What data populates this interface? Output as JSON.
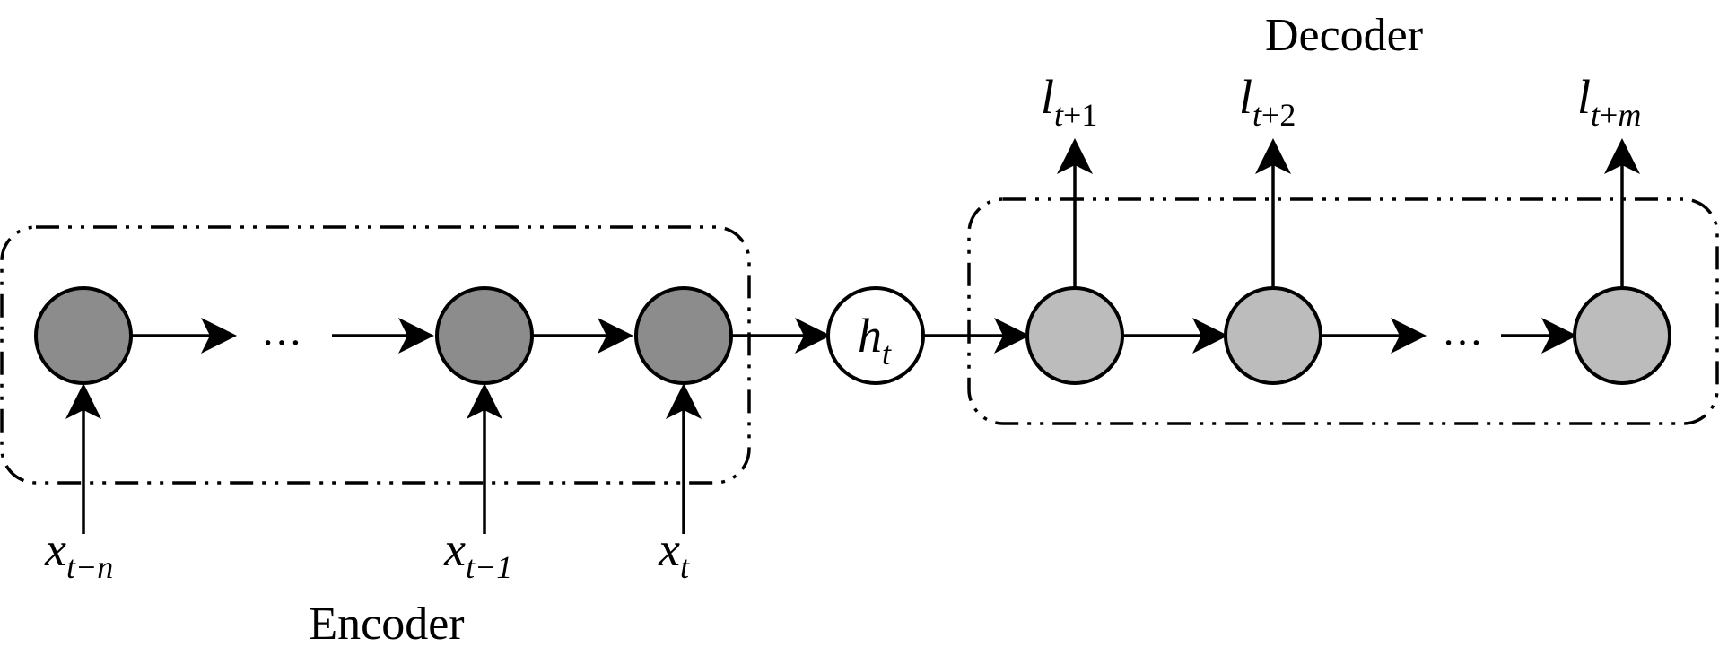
{
  "encoder": {
    "title": "Encoder",
    "inputs": [
      {
        "base": "x",
        "sub": "t−n"
      },
      {
        "base": "x",
        "sub": "t−1"
      },
      {
        "base": "x",
        "sub": "t"
      }
    ],
    "ellipsis": "…"
  },
  "hidden_state": {
    "base": "h",
    "sub": "t"
  },
  "decoder": {
    "title": "Decoder",
    "outputs": [
      {
        "base": "l",
        "sub_var": "t",
        "sub_op": "+1"
      },
      {
        "base": "l",
        "sub_var": "t",
        "sub_op": "+2"
      },
      {
        "base": "l",
        "sub_var": "t",
        "sub_op": "+m"
      }
    ],
    "ellipsis": "…"
  },
  "colors": {
    "encoder_node": "#8c8c8c",
    "decoder_node": "#bcbcbc",
    "hidden_node": "#ffffff",
    "stroke": "#000000"
  }
}
